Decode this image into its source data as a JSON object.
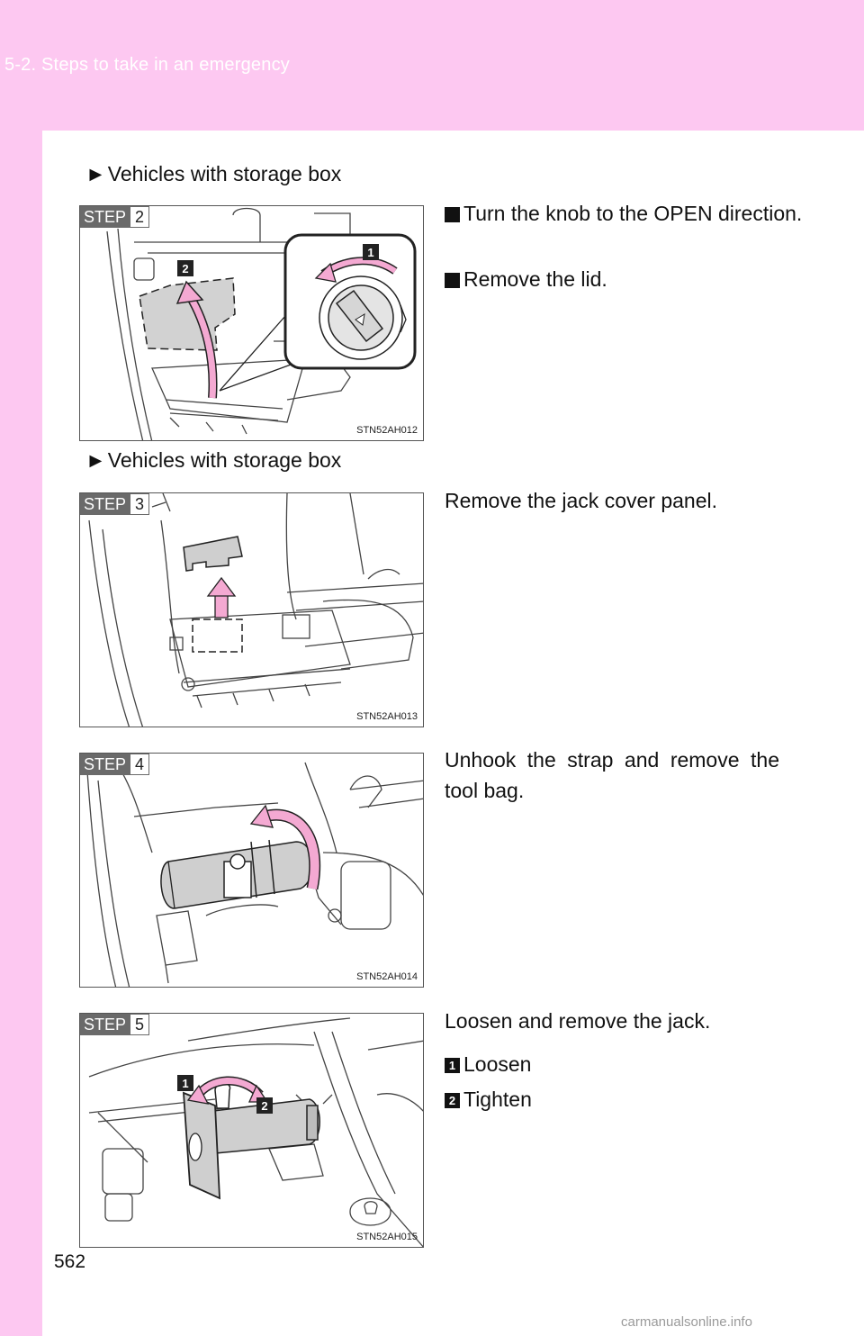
{
  "header": {
    "title": "5-2. Steps to take in an emergency"
  },
  "page_number": "562",
  "watermark": "carmanualsonline.info",
  "sections": [
    {
      "vehicle_note": "Vehicles with storage box",
      "step_word": "STEP",
      "step_number": "2",
      "figure_code": "STN52AH012",
      "items": [
        {
          "num": "1",
          "text": "Turn the knob to the OPEN direction."
        },
        {
          "num": "2",
          "text": "Remove the lid."
        }
      ]
    },
    {
      "vehicle_note": "Vehicles with storage box",
      "step_word": "STEP",
      "step_number": "3",
      "figure_code": "STN52AH013",
      "instruction": "Remove the jack cover panel."
    },
    {
      "step_word": "STEP",
      "step_number": "4",
      "figure_code": "STN52AH014",
      "instruction": "Unhook the strap and remove the tool bag."
    },
    {
      "step_word": "STEP",
      "step_number": "5",
      "figure_code": "STN52AH015",
      "instruction": "Loosen and remove the jack.",
      "items": [
        {
          "num": "1",
          "text": "Loosen"
        },
        {
          "num": "2",
          "text": "Tighten"
        }
      ]
    }
  ],
  "colors": {
    "header_pink": "#fdc8f1",
    "arrow_pink": "#f4a9d2"
  }
}
